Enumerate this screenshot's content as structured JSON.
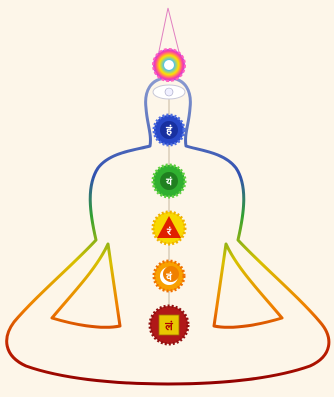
{
  "figure": {
    "colors": {
      "background": "#fdf6e9",
      "crown": "#c060e0",
      "third_eye": "#ffffff",
      "throat": "#2040c0",
      "heart": "#28a020",
      "solar_plexus": "#f0d000",
      "sacral": "#f08000",
      "root": "#b01010"
    },
    "chakras": [
      {
        "name": "crown",
        "icon": "rainbow-lotus-icon"
      },
      {
        "name": "third-eye",
        "icon": "white-lotus-icon"
      },
      {
        "name": "throat",
        "icon": "blue-lotus-icon",
        "syllable": "हं"
      },
      {
        "name": "heart",
        "icon": "green-lotus-icon",
        "syllable": "यं"
      },
      {
        "name": "solar-plexus",
        "icon": "yellow-triangle-lotus-icon",
        "syllable": "रं"
      },
      {
        "name": "sacral",
        "icon": "orange-crescent-lotus-icon",
        "syllable": "वं"
      },
      {
        "name": "root",
        "icon": "red-square-lotus-icon",
        "syllable": "लं"
      }
    ]
  }
}
